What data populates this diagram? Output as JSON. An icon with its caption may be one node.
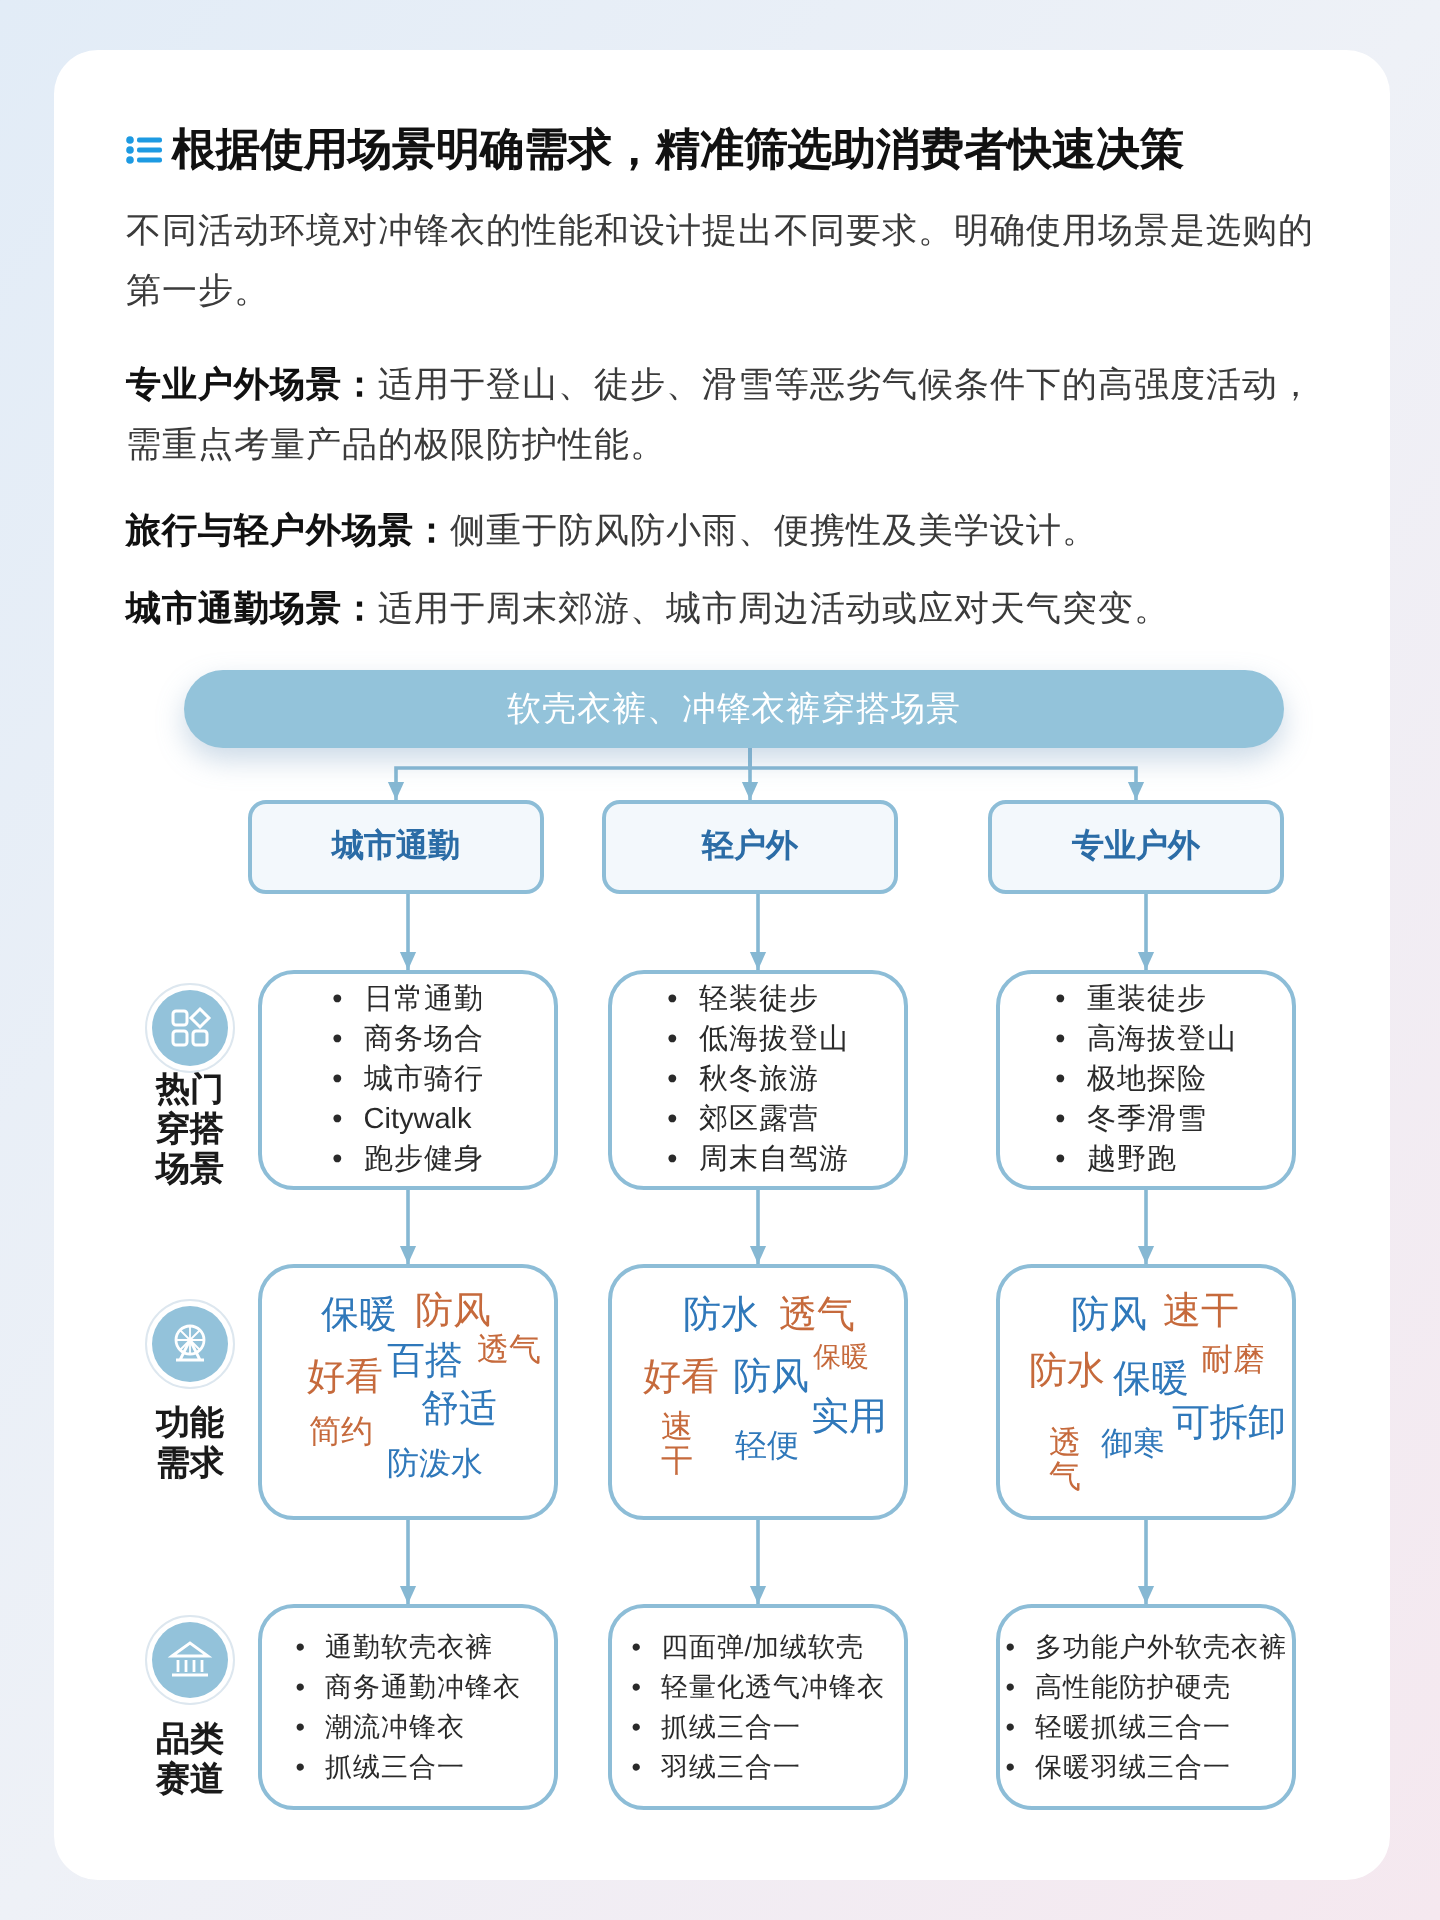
{
  "diagram": {
    "title": "根据使用场景明确需求，精准筛选助消费者快速决策",
    "nodes": [
      {
        "text": [
          "软壳衣裤、冲锋衣裤穿搭场景"
        ]
      },
      {
        "text": [
          "城市通勤"
        ]
      },
      {
        "text": [
          "轻户外"
        ]
      },
      {
        "text": [
          "专业户外"
        ]
      },
      {
        "text": [
          "• 日常通勤",
          "• 商务场合",
          "• 城市骑行",
          "• Citywalk",
          "• 跑步健身"
        ]
      },
      {
        "text": [
          "• 轻装徒步",
          "• 低海拔登山",
          "• 秋冬旅游",
          "• 郊区露营",
          "• 周末自驾游"
        ]
      },
      {
        "text": [
          "• 重装徒步",
          "• 高海拔登山",
          "• 极地探险",
          "• 冬季滑雪",
          "• 越野跑"
        ]
      },
      {
        "text": [
          "保暖",
          "防风",
          "透气",
          "好看",
          "百搭",
          "舒适",
          "简约",
          "防泼水"
        ]
      },
      {
        "text": [
          "防水",
          "透气",
          "保暖",
          "好看",
          "防风",
          "速干",
          "实用",
          "轻便"
        ]
      },
      {
        "text": [
          "防风",
          "速干",
          "防水",
          "保暖",
          "耐磨",
          "可拆卸",
          "透气",
          "御寒"
        ]
      },
      {
        "text": [
          "• 通勤软壳衣裤",
          "• 商务通勤冲锋衣",
          "• 潮流冲锋衣",
          "• 抓绒三合一"
        ]
      },
      {
        "text": [
          "• 四面弹/加绒软壳",
          "• 轻量化透气冲锋衣",
          "• 抓绒三合一",
          "• 羽绒三合一"
        ]
      },
      {
        "text": [
          "• 多功能户外软壳衣裤",
          "• 高性能防护硬壳",
          "• 轻暖抓绒三合一",
          "• 保暖羽绒三合一"
        ]
      }
    ],
    "edges": [
      {
        "from": 0,
        "to": 1,
        "arrow": "to"
      },
      {
        "from": 0,
        "to": 2,
        "arrow": "to"
      },
      {
        "from": 0,
        "to": 3,
        "arrow": "to"
      },
      {
        "from": 1,
        "to": 4,
        "arrow": "to"
      },
      {
        "from": 2,
        "to": 5,
        "arrow": "to"
      },
      {
        "from": 3,
        "to": 6,
        "arrow": "to"
      },
      {
        "from": 4,
        "to": 7,
        "arrow": "to"
      },
      {
        "from": 5,
        "to": 8,
        "arrow": "to"
      },
      {
        "from": 6,
        "to": 9,
        "arrow": "to"
      },
      {
        "from": 7,
        "to": 10,
        "arrow": "to"
      },
      {
        "from": 8,
        "to": 11,
        "arrow": "to"
      },
      {
        "from": 9,
        "to": 12,
        "arrow": "to"
      }
    ],
    "labels": [
      "不同活动环境对冲锋衣的性能和设计提出不同要求。明确使用场景是选购的第一步。",
      "**专业户外场景：**适用于登山、徒步、滑雪等恶劣气候条件下的高强度活动，需重点考量产品的极限防护性能。",
      "**旅行与轻户外场景：**侧重于防风防小雨、便携性及美学设计。",
      "**城市通勤场景：**适用于周末郊游、城市周边活动或应对天气突变。",
      "热门穿搭场景",
      "功能需求",
      "品类赛道"
    ]
  }
}
